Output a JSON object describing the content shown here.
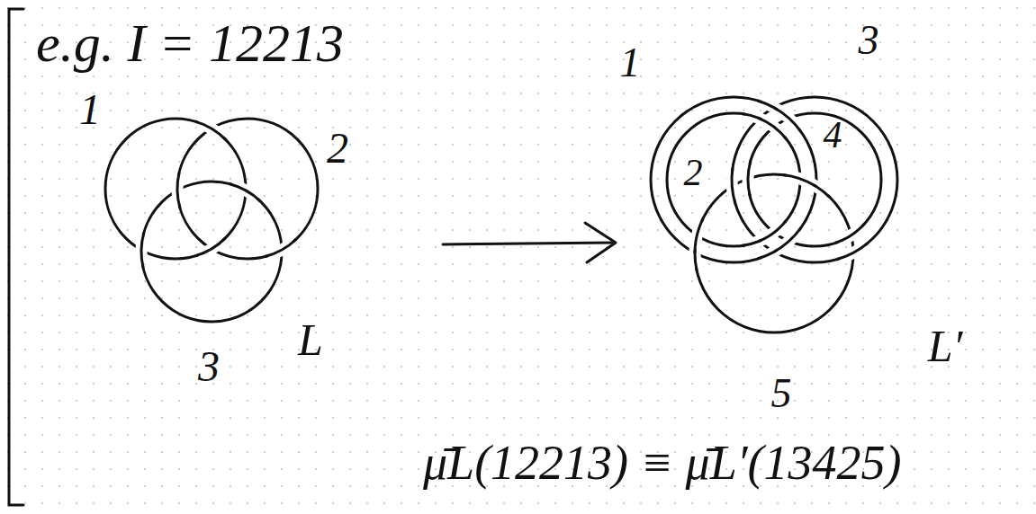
{
  "diagram": {
    "labels": [
      "e.g. I = 12213",
      "1",
      "2",
      "3",
      "L",
      "1",
      "2",
      "3",
      "4",
      "5",
      "L′",
      "μ̄L(12213) ≡ μ̄L′(13425)"
    ]
  }
}
